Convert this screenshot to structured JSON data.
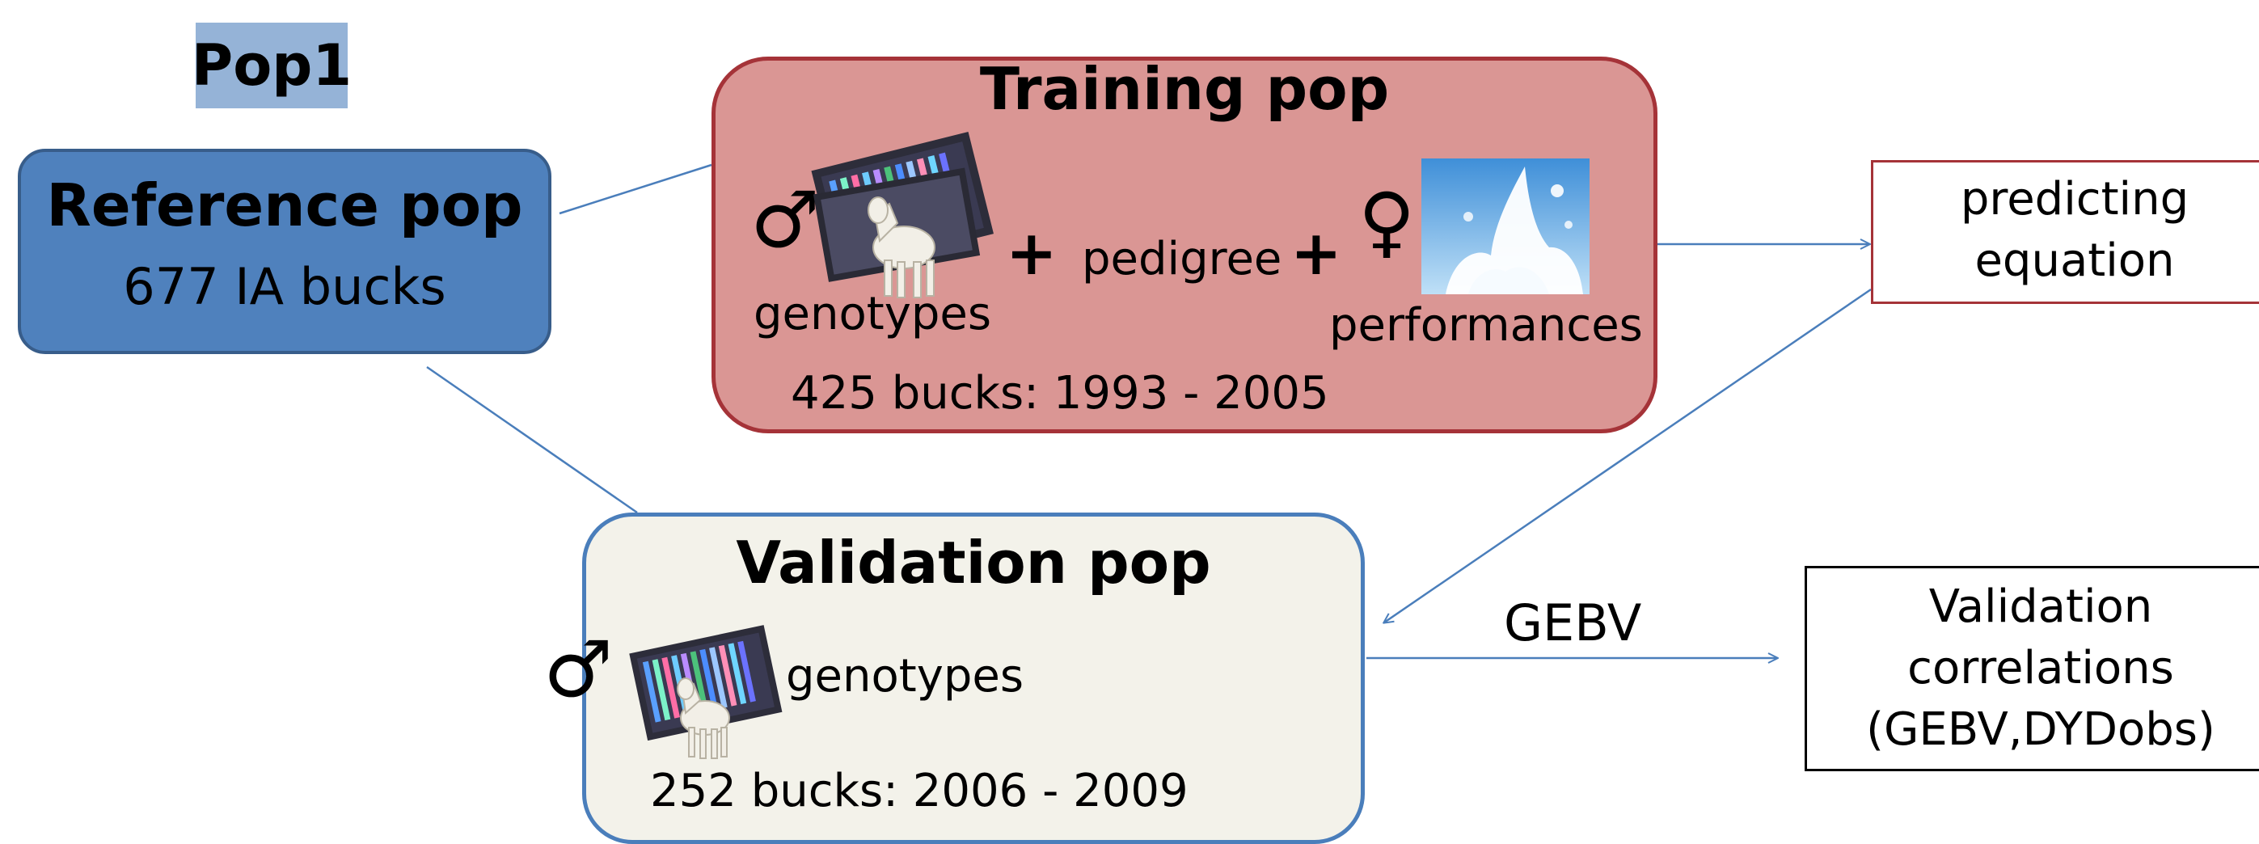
{
  "pop_label": "Pop1",
  "reference": {
    "title": "Reference pop",
    "subtitle": "677 IA bucks"
  },
  "training": {
    "title": "Training pop",
    "male_symbol": "♂",
    "female_symbol": "♀",
    "plus": "+",
    "genotypes_label": "genotypes",
    "pedigree_label": "pedigree",
    "performances_label": "performances",
    "bucks_label": "425 bucks: 1993 - 2005",
    "genotype_image": "goat-on-genotyping-chips-image",
    "performance_image": "milk-splash-image"
  },
  "validation": {
    "title": "Validation pop",
    "male_symbol": "♂",
    "genotypes_label": "genotypes",
    "bucks_label": "252 bucks: 2006 - 2009",
    "genotype_image": "goat-on-genotyping-chips-image"
  },
  "predicting": {
    "line1": "predicting",
    "line2": "equation"
  },
  "gebv_label": "GEBV",
  "validation_correlations": {
    "line1": "Validation",
    "line2": "correlations",
    "line3": "(GEBV,DYDobs)"
  },
  "colors": {
    "pop_label_bg": "#95b3d7",
    "reference_fill": "#4f81bd",
    "training_fill": "#da9694",
    "training_border": "#a53338",
    "validation_fill": "#f3f2ea",
    "validation_border": "#4a7ebb",
    "connector": "#4a7ebb"
  }
}
